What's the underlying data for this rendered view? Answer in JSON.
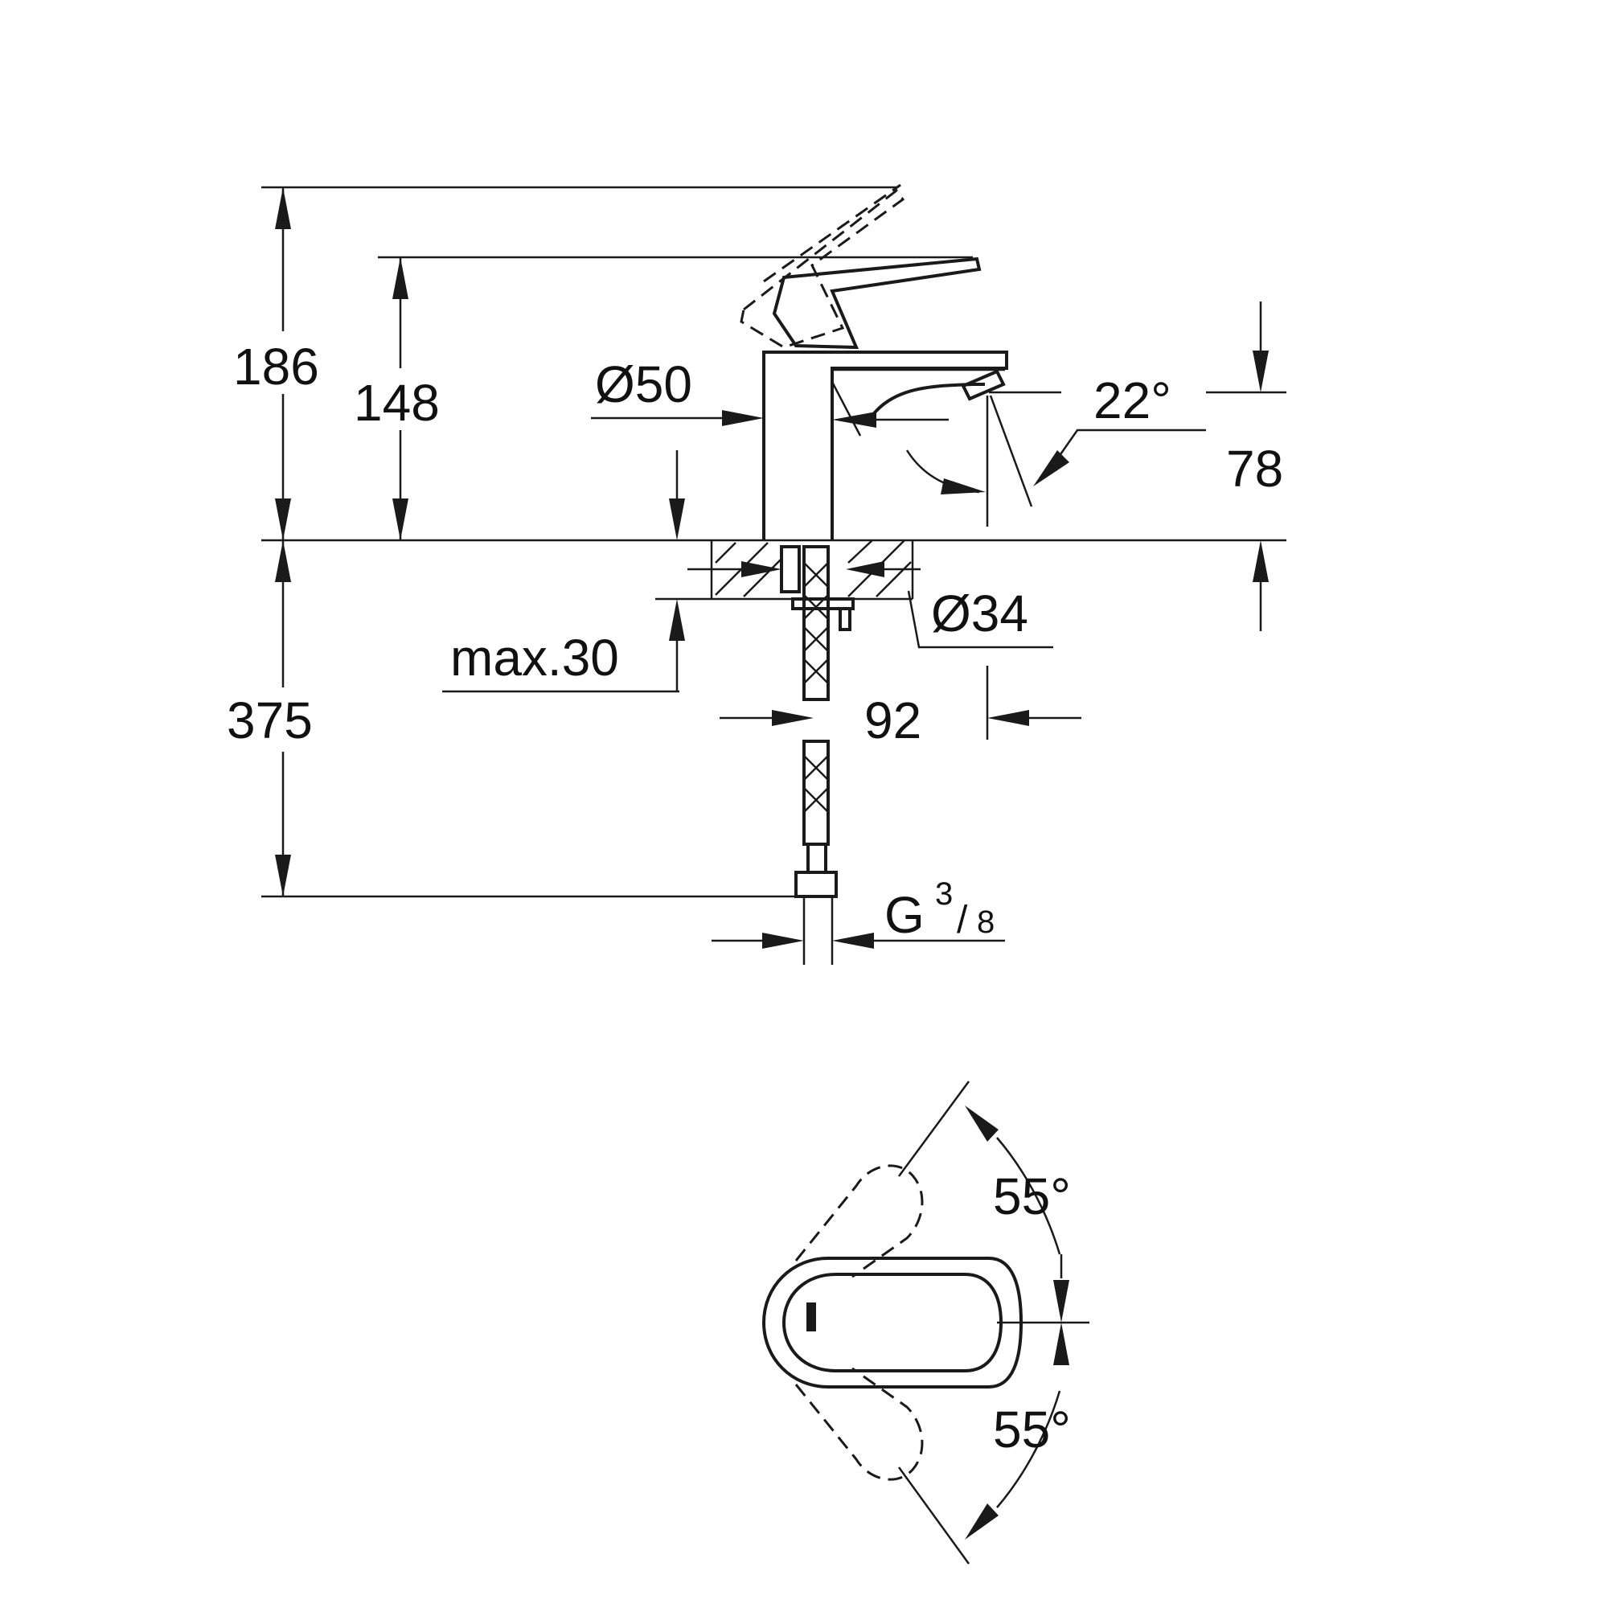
{
  "side_view": {
    "height_max_lever": "186",
    "height_lever": "148",
    "body_diameter": "Ø50",
    "spout_angle": "22°",
    "spout_height": "78",
    "hole_diameter": "Ø34",
    "max_deck_thickness": "max.30",
    "hose_length": "375",
    "reach": "92",
    "connection_letter": "G",
    "connection_num": "3",
    "connection_den": "8"
  },
  "top_view": {
    "rotation_left": "55°",
    "rotation_right": "55°"
  }
}
